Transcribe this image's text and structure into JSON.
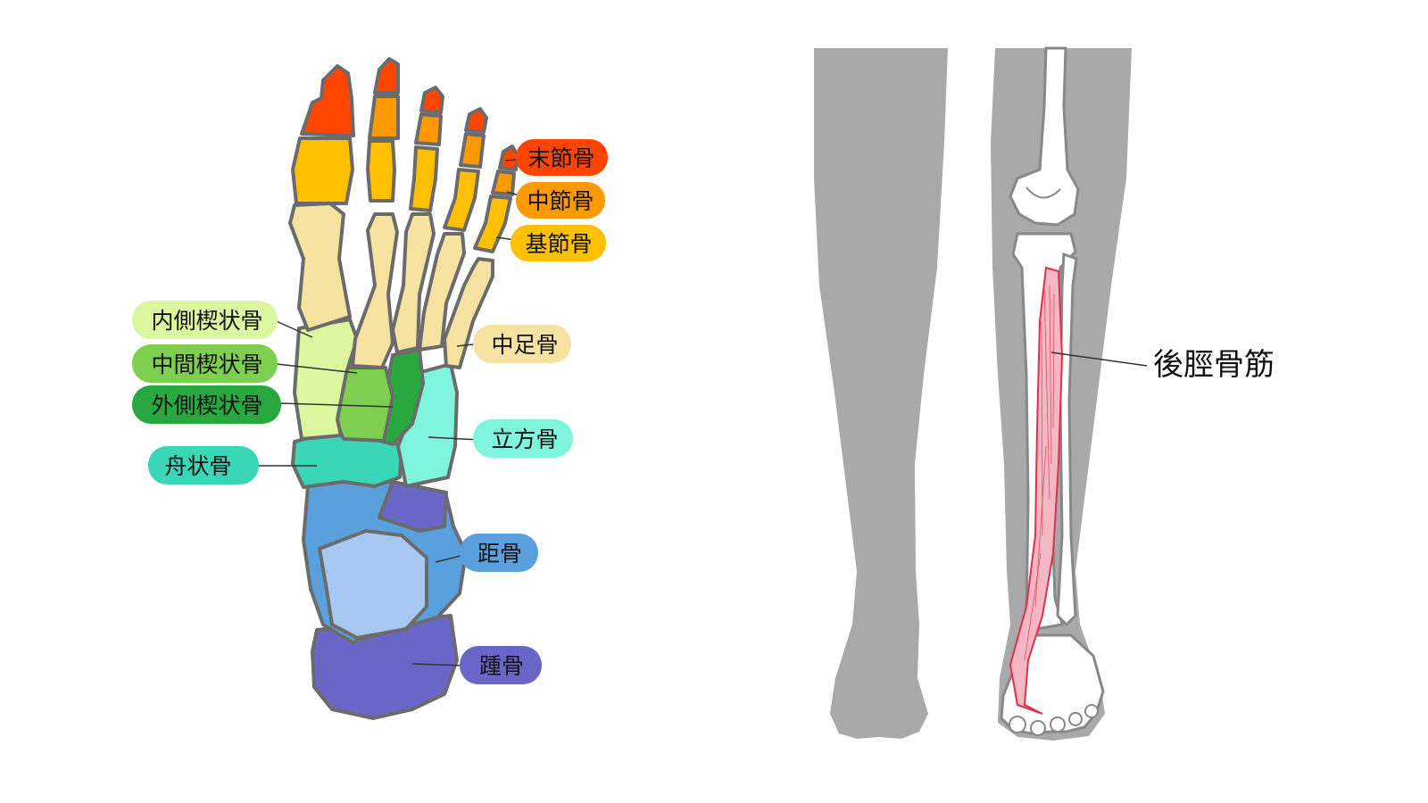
{
  "foot": {
    "labels": {
      "distal_phalanx": "末節骨",
      "middle_phalanx": "中節骨",
      "proximal_phalanx": "基節骨",
      "metatarsal": "中足骨",
      "medial_cuneiform": "内側楔状骨",
      "intermediate_cuneiform": "中間楔状骨",
      "lateral_cuneiform": "外側楔状骨",
      "cuboid": "立方骨",
      "navicular": "舟状骨",
      "talus": "距骨",
      "calcaneus": "踵骨"
    },
    "colors": {
      "distal_phalanx": "#ff4500",
      "middle_phalanx": "#ff9900",
      "proximal_phalanx": "#ffc000",
      "metatarsal": "#f7e3a1",
      "medial_cuneiform": "#dcf7a0",
      "intermediate_cuneiform": "#7ecf50",
      "lateral_cuneiform": "#2aa840",
      "cuboid": "#7ef5dc",
      "navicular": "#3ad6b8",
      "talus": "#5aa0dc",
      "talus_head": "#a8c8f4",
      "calcaneus": "#6a66c8"
    }
  },
  "leg": {
    "muscle_label": "後脛骨筋",
    "colors": {
      "silhouette": "#a9a9a9",
      "muscle": "#f4b8c4",
      "muscle_outline": "#e0304a"
    }
  }
}
